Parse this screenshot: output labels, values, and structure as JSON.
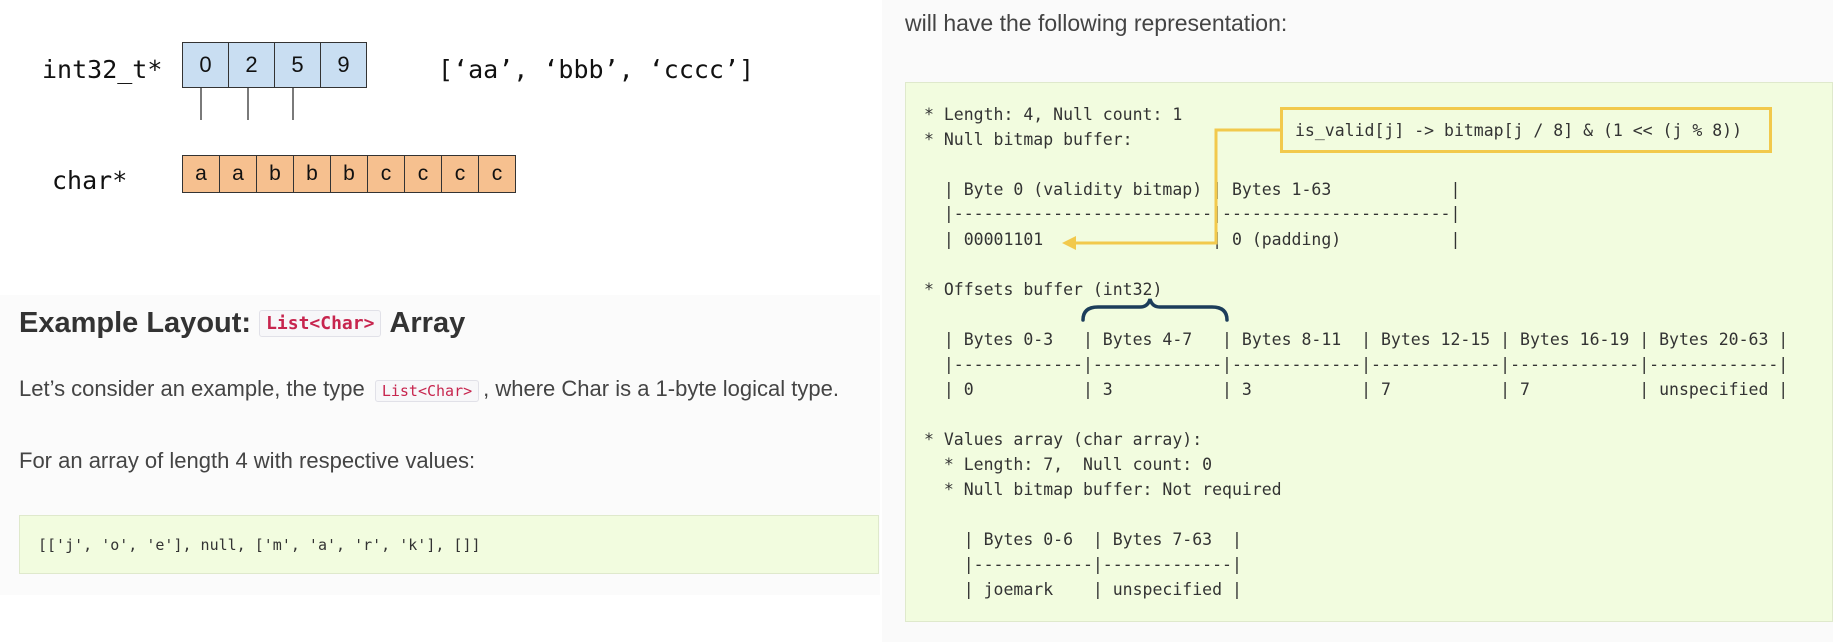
{
  "diagram": {
    "int_label": "int32_t*",
    "char_label": "char*",
    "offsets": [
      "0",
      "2",
      "5",
      "9"
    ],
    "chars": [
      "a",
      "a",
      "b",
      "b",
      "b",
      "c",
      "c",
      "c",
      "c"
    ],
    "strings_literal": "[‘aa’, ‘bbb’, ‘cccc’]"
  },
  "doc": {
    "heading_pre": "Example Layout:",
    "heading_code": "List<Char>",
    "heading_post": "Array",
    "para1_pre": "Let’s consider an example, the type",
    "para1_code": "List<Char>",
    "para1_post": ", where Char is a 1-byte logical type.",
    "para2": "For an array of length 4 with respective values:",
    "code_block": "[['j', 'o', 'e'], null, ['m', 'a', 'r', 'k'], []]"
  },
  "right": {
    "caption": "will have the following representation:",
    "formula": "is_valid[j] -> bitmap[j / 8] & (1 << (j % 8))",
    "lines": {
      "l1": "* Length: 4, Null count: 1",
      "l2": "* Null bitmap buffer:",
      "l3": "  | Byte 0 (validity bitmap) | Bytes 1-63            |",
      "l4": "  |--------------------------|-----------------------|",
      "l5": "  | 00001101                 | 0 (padding)           |",
      "l6": "* Offsets buffer (int32)",
      "l7": "  | Bytes 0-3   | Bytes 4-7   | Bytes 8-11  | Bytes 12-15 | Bytes 16-19 | Bytes 20-63 |",
      "l8": "  |-------------|-------------|-------------|-------------|-------------|-------------|",
      "l9": "  | 0           | 3           | 3           | 7           | 7           | unspecified |",
      "l10": "* Values array (char array):",
      "l11": "  * Length: 7,  Null count: 0",
      "l12": "  * Null bitmap buffer: Not required",
      "l13": "    | Bytes 0-6  | Bytes 7-63  |",
      "l14": "    |------------|-------------|",
      "l15": "    | joemark    | unspecified |"
    }
  },
  "colors": {
    "blue_cell": "#c9def2",
    "orange_cell": "#f6c08f",
    "highlight_yellow": "#f2c94c",
    "brace_navy": "#1c3d5a",
    "code_bg": "#f2fcdf"
  }
}
